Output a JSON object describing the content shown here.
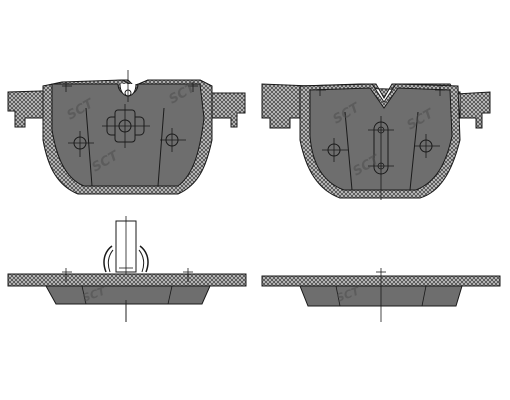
{
  "drawing": {
    "views": [
      {
        "id": "left-pad-front",
        "label": ""
      },
      {
        "id": "right-pad-front",
        "label": ""
      },
      {
        "id": "left-pad-side",
        "label": ""
      },
      {
        "id": "right-pad-side",
        "label": ""
      }
    ],
    "watermark": "SCT",
    "colors": {
      "backing_plate": "#6f6f6f",
      "friction_material": "#6e6e6e",
      "hatch_fill": "#bdbdbd",
      "outline": "#1a1a1a",
      "background": "#ffffff"
    }
  }
}
